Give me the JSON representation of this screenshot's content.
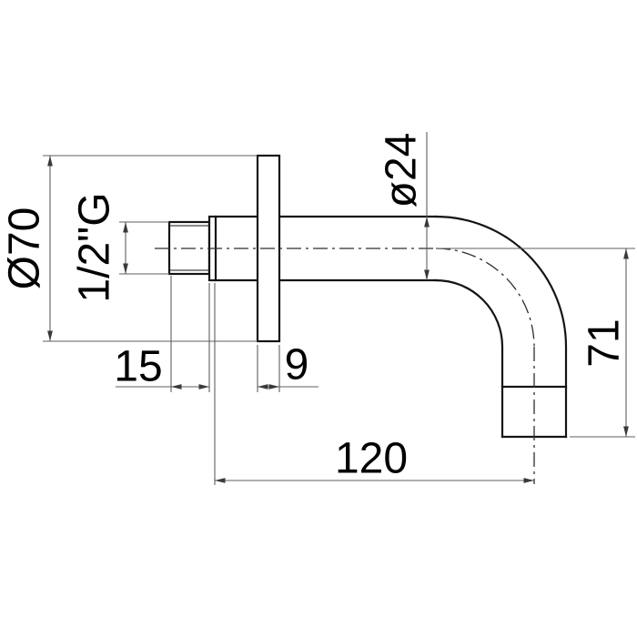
{
  "drawing": {
    "kind": "technical dimension drawing",
    "subject": "wall-mounted spout side view",
    "colors": {
      "object_line": "#141414",
      "centerline": "#2e2e2e",
      "dimension_line": "#5f5f5f",
      "arrow": "#3a3a3a",
      "text": "#000000",
      "background": "#ffffff"
    },
    "labels": {
      "flange_diameter": "Ø70",
      "thread_size": "1/2\"G",
      "tube_diameter": "ø24",
      "thread_length": "15",
      "flange_thickness": "9",
      "reach": "120",
      "drop": "71"
    },
    "values_mm": {
      "flange_diameter": 70,
      "tube_diameter": 24,
      "thread_length": 15,
      "flange_thickness": 9,
      "reach": 120,
      "drop": 71
    }
  }
}
